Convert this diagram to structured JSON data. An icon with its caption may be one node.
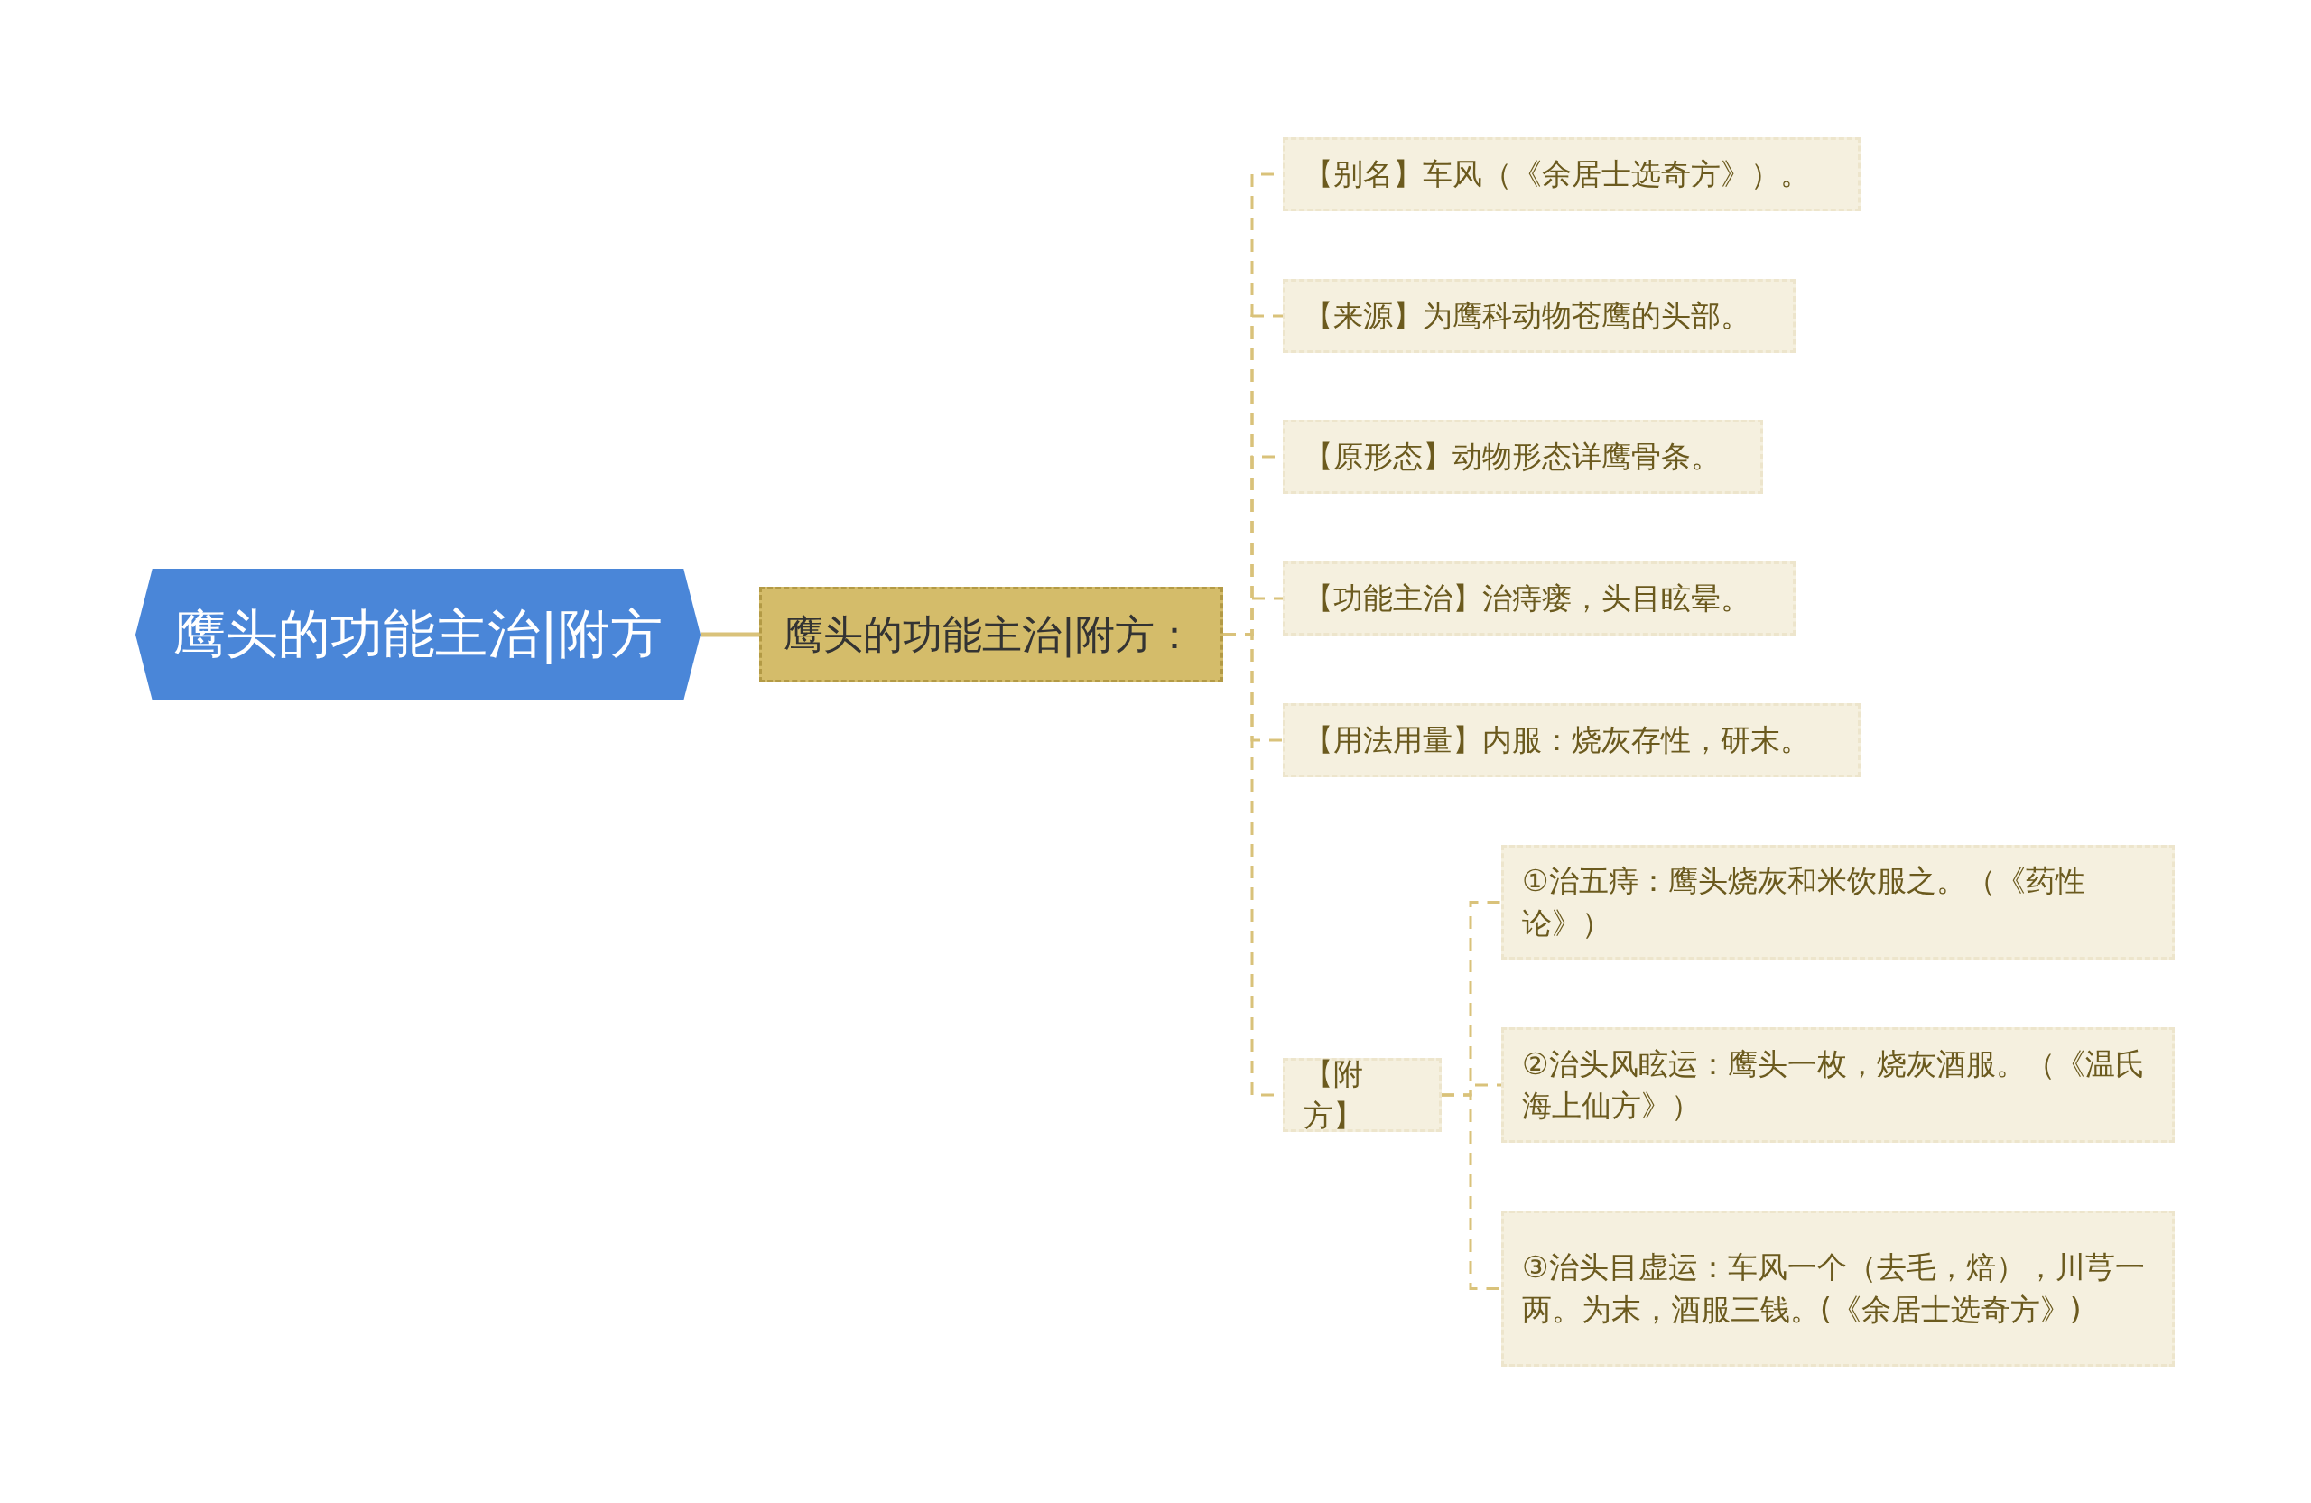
{
  "diagram": {
    "nodes": [
      {
        "text": [
          "鹰头的功能主治|附方"
        ]
      },
      {
        "text": [
          "鹰头的功能主治|附方："
        ]
      },
      {
        "text": [
          "【别名】车风（《余居士选奇方》）。"
        ]
      },
      {
        "text": [
          "【来源】为鹰科动物苍鹰的头部。"
        ]
      },
      {
        "text": [
          "【原形态】动物形态详鹰骨条。"
        ]
      },
      {
        "text": [
          "【功能主治】治痔瘘，头目眩晕。"
        ]
      },
      {
        "text": [
          "【用法用量】内服：烧灰存性，研末。"
        ]
      },
      {
        "text": [
          "【附方】"
        ]
      },
      {
        "text": [
          "①治五痔：鹰头烧灰和米饮服之。（《药性论》）"
        ]
      },
      {
        "text": [
          "②治头风眩运：鹰头一枚，烧灰酒服。（《温氏海上仙方》）"
        ]
      },
      {
        "text": [
          "③治头目虚运：车风一个（去毛，焙），川芎一两。为末，酒服三钱。(《余居士选奇方》)"
        ]
      }
    ],
    "edges": [
      {
        "from": 0,
        "to": 1,
        "arrow": "none"
      },
      {
        "from": 1,
        "to": 2,
        "arrow": "none",
        "style": "dashed"
      },
      {
        "from": 1,
        "to": 3,
        "arrow": "none",
        "style": "dashed"
      },
      {
        "from": 1,
        "to": 4,
        "arrow": "none",
        "style": "dashed"
      },
      {
        "from": 1,
        "to": 5,
        "arrow": "none",
        "style": "dashed"
      },
      {
        "from": 1,
        "to": 6,
        "arrow": "none",
        "style": "dashed"
      },
      {
        "from": 1,
        "to": 7,
        "arrow": "none",
        "style": "dashed"
      },
      {
        "from": 7,
        "to": 8,
        "arrow": "none",
        "style": "dashed"
      },
      {
        "from": 7,
        "to": 9,
        "arrow": "none",
        "style": "dashed"
      },
      {
        "from": 7,
        "to": 10,
        "arrow": "none",
        "style": "dashed"
      }
    ]
  }
}
